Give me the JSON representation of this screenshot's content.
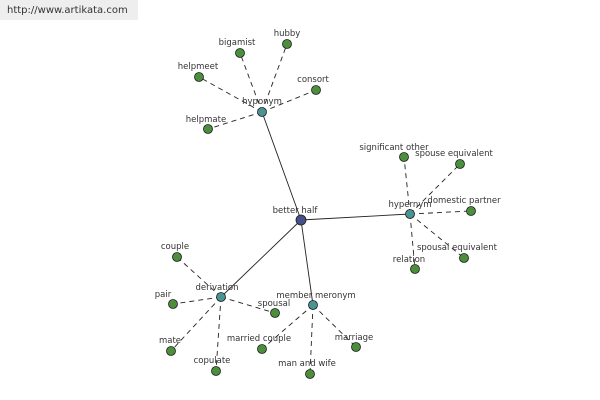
{
  "header": {
    "url": "http://www.artikata.com"
  },
  "colors": {
    "root": "#44508a",
    "hub": "#4a9393",
    "leaf": "#4b8e3c",
    "edge": "#222222",
    "label": "#333333"
  },
  "graph": {
    "root": {
      "id": "better-half",
      "label": "better half"
    },
    "hubs": [
      {
        "id": "hyponym",
        "label": "hyponym",
        "leaves": [
          "bigamist",
          "hubby",
          "helpmeet",
          "consort",
          "helpmate"
        ]
      },
      {
        "id": "hypernym",
        "label": "hypernym",
        "leaves": [
          "significant other",
          "spouse equivalent",
          "domestic partner",
          "spousal equivalent",
          "relation"
        ]
      },
      {
        "id": "derivation",
        "label": "derivation",
        "leaves": [
          "couple",
          "pair",
          "spousal",
          "mate",
          "copulate"
        ]
      },
      {
        "id": "member-meronym",
        "label": "member meronym",
        "leaves": [
          "married couple",
          "marriage",
          "man and wife"
        ]
      }
    ]
  }
}
